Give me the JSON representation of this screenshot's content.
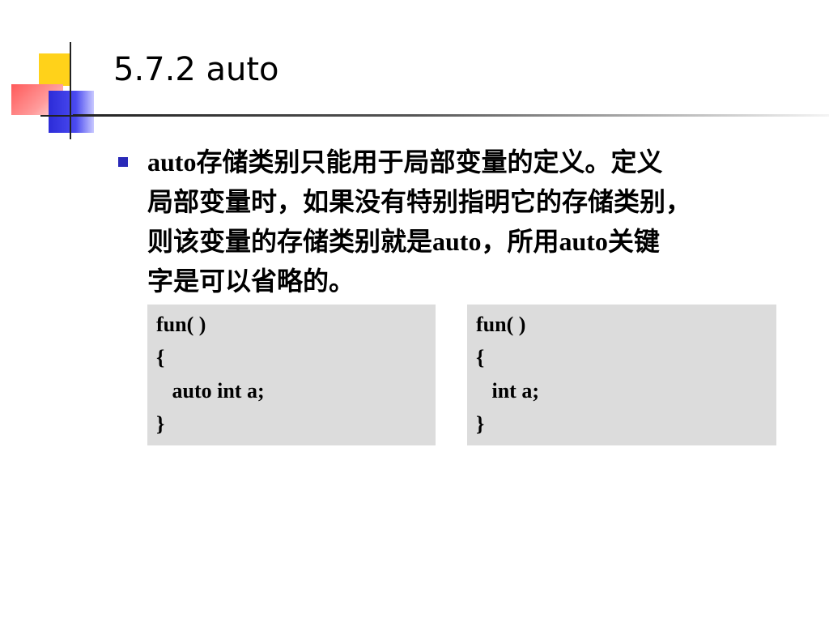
{
  "slide": {
    "title": "5.7.2 auto",
    "bullet": {
      "lines": [
        "auto存储类别只能用于局部变量的定义。定义",
        "局部变量时，如果没有特别指明它的存储类别，",
        "则该变量的存储类别就是auto，所用auto关键",
        "字是可以省略的。"
      ]
    },
    "code_left": {
      "lines": [
        "fun( )",
        "{",
        "   auto int a;",
        "}"
      ]
    },
    "code_right": {
      "lines": [
        "fun( )",
        "{",
        "   int a;",
        "}"
      ]
    }
  },
  "colors": {
    "bullet": "#2a2ab8",
    "code_background": "#dcdcdc",
    "logo_yellow": "#ffd21a",
    "logo_red": "#ff5a5a",
    "logo_blue": "#2c2cd8"
  },
  "icons": [
    "slide-logo-icon",
    "bullet-square-icon"
  ]
}
